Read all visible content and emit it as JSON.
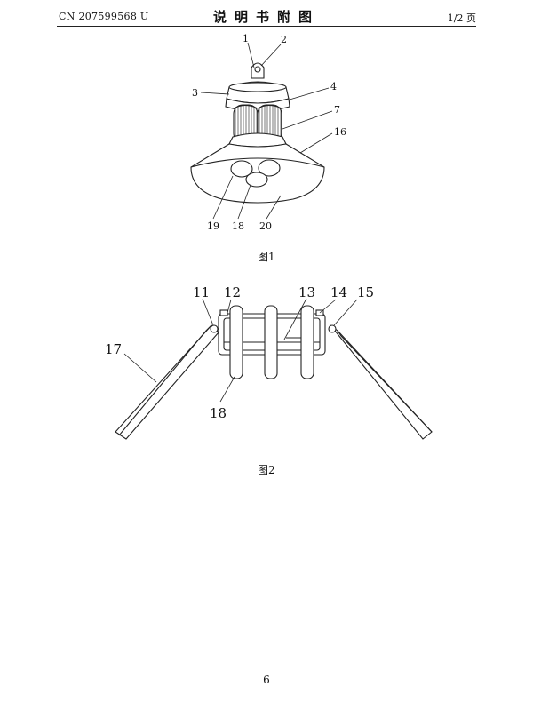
{
  "header": {
    "patent_number": "CN 207599568 U",
    "section_title": "说明书附图",
    "page_count": "1/2 页"
  },
  "figure1": {
    "caption": "图1",
    "labels": {
      "l1": "1",
      "l2": "2",
      "l3": "3",
      "l4": "4",
      "l7": "7",
      "l16": "16",
      "l19": "19",
      "l18": "18",
      "l20": "20"
    }
  },
  "figure2": {
    "caption": "图2",
    "labels": {
      "l11": "11",
      "l12": "12",
      "l13": "13",
      "l14": "14",
      "l15": "15",
      "l17": "17",
      "l18": "18"
    }
  },
  "footer": {
    "page_number": "6"
  },
  "colors": {
    "line": "#222222",
    "shade": "#cfcfcf",
    "paper": "#ffffff"
  }
}
